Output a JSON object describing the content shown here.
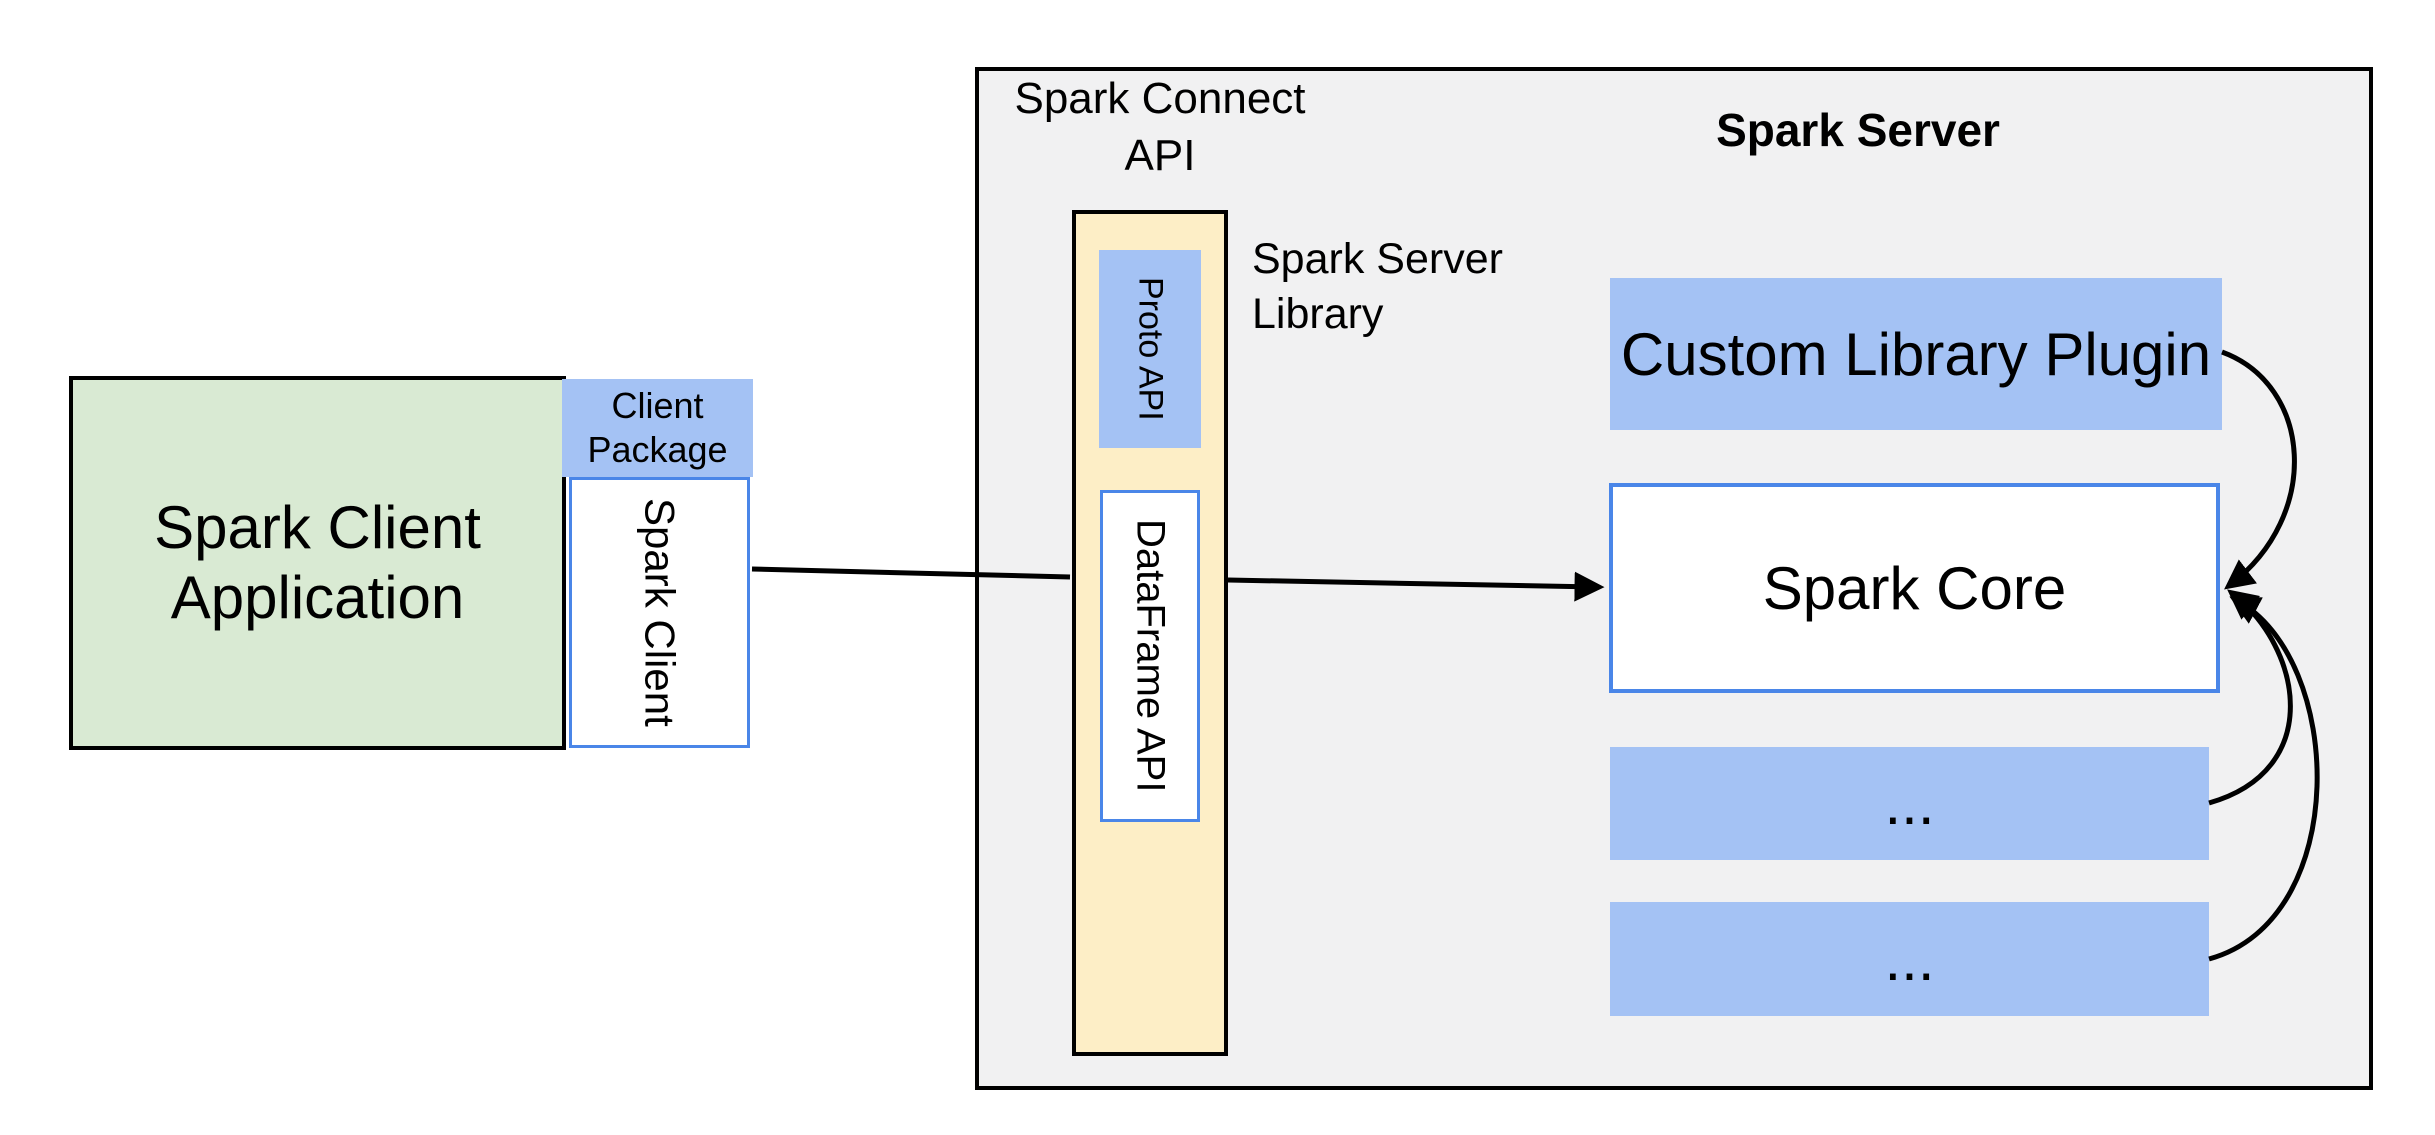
{
  "diagram": {
    "client": {
      "app_label": "Spark Client Application",
      "package_label": "Client Package",
      "spark_client_label": "Spark Client"
    },
    "server": {
      "connect_api_title": "Spark Connect API",
      "server_title": "Spark Server",
      "library_label": "Spark Server Library",
      "proto_api_label": "Proto API",
      "dataframe_api_label": "DataFrame API",
      "plugin_label": "Custom Library Plugin",
      "core_label": "Spark Core",
      "ellipsis_1": "...",
      "ellipsis_2": "..."
    },
    "colors": {
      "green_fill": "#d9ead3",
      "blue_fill": "#a4c2f4",
      "yellow_fill": "#fdeec6",
      "gray_fill": "#f1f1f2",
      "blue_border": "#4a86e8",
      "ink": "#000000"
    }
  }
}
